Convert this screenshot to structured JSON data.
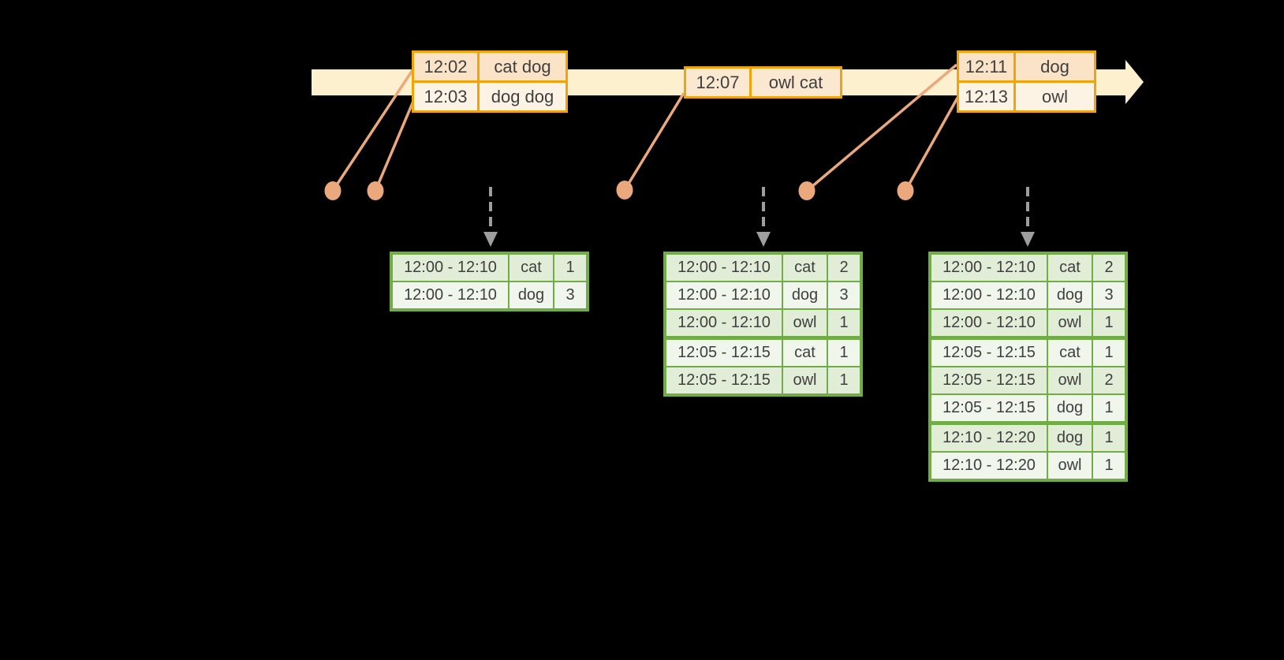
{
  "background": "#000000",
  "colors": {
    "background": "#000000",
    "timeline_fill": "#FCF0CE",
    "event_border": "#F0A40B",
    "event_row_dark": "#FAE3C7",
    "event_row_light": "#FDF3E5",
    "event_single_row": "#FBE8D0",
    "connector": "#ECA87D",
    "dashed_arrow": "#9E9E9E",
    "result_border": "#70AD47",
    "result_row_dark": "#E2EDD7",
    "result_row_light": "#F0F6EC",
    "text": "#3F3F3F"
  },
  "timeline_events": [
    {
      "name": "event-batch-1",
      "rows": [
        {
          "time": "12:02",
          "words": "cat dog"
        },
        {
          "time": "12:03",
          "words": "dog dog"
        }
      ]
    },
    {
      "name": "event-batch-2",
      "rows": [
        {
          "time": "12:07",
          "words": "owl cat"
        }
      ]
    },
    {
      "name": "event-batch-3",
      "rows": [
        {
          "time": "12:11",
          "words": "dog"
        },
        {
          "time": "12:13",
          "words": "owl"
        }
      ]
    }
  ],
  "result_tables": [
    {
      "name": "result-table-1",
      "rows": [
        [
          "12:00 - 12:10",
          "cat",
          "1"
        ],
        [
          "12:00 - 12:10",
          "dog",
          "3"
        ]
      ]
    },
    {
      "name": "result-table-2",
      "rows": [
        [
          "12:00 - 12:10",
          "cat",
          "2"
        ],
        [
          "12:00 - 12:10",
          "dog",
          "3"
        ],
        [
          "12:00 - 12:10",
          "owl",
          "1"
        ],
        [
          "12:05 - 12:15",
          "cat",
          "1"
        ],
        [
          "12:05 - 12:15",
          "owl",
          "1"
        ]
      ]
    },
    {
      "name": "result-table-3",
      "rows": [
        [
          "12:00 - 12:10",
          "cat",
          "2"
        ],
        [
          "12:00 - 12:10",
          "dog",
          "3"
        ],
        [
          "12:00 - 12:10",
          "owl",
          "1"
        ],
        [
          "12:05 - 12:15",
          "cat",
          "1"
        ],
        [
          "12:05 - 12:15",
          "owl",
          "2"
        ],
        [
          "12:05 - 12:15",
          "dog",
          "1"
        ],
        [
          "12:10 - 12:20",
          "dog",
          "1"
        ],
        [
          "12:10 - 12:20",
          "owl",
          "1"
        ]
      ]
    }
  ]
}
